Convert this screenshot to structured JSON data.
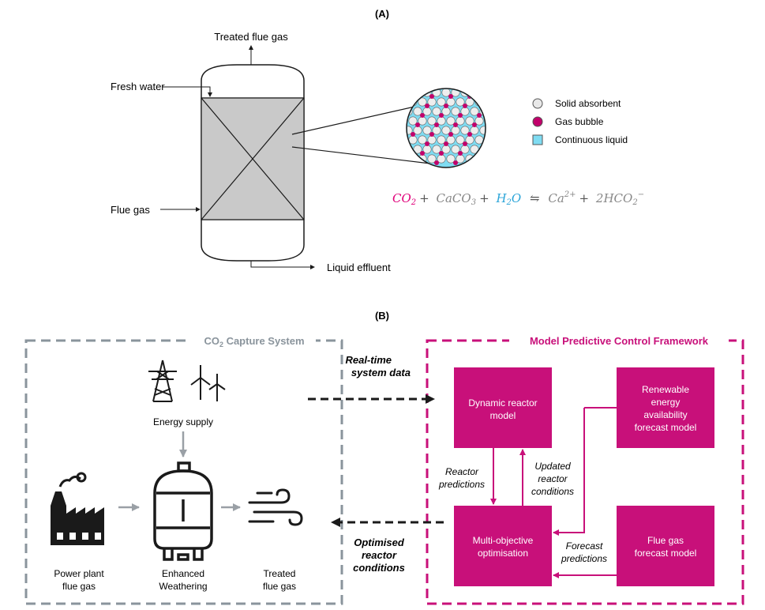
{
  "panel_a": {
    "label": "(A)",
    "inputs": {
      "treated_flue_gas": "Treated flue gas",
      "fresh_water": "Fresh water",
      "flue_gas": "Flue gas",
      "liquid_effluent": "Liquid effluent"
    },
    "legend": [
      {
        "label": "Solid absorbent",
        "color": "#e8e8e8"
      },
      {
        "label": "Gas bubble",
        "color": "#c2006b"
      },
      {
        "label": "Continuous liquid",
        "color": "#7fdcf2"
      }
    ],
    "equation": {
      "co2": "CO",
      "co2_sub": "2",
      "plus1": "+",
      "caco3": "CaCO",
      "caco3_sub": "3",
      "plus2": "+",
      "h2o": "H",
      "h2o_sub": "2",
      "h2o_o": "O",
      "arrow": "⇋",
      "ca": "Ca",
      "ca_sup": "2+",
      "plus3": "+",
      "hco": "2HCO",
      "hco_sub": "2",
      "hco_sup": "−"
    },
    "colors": {
      "co2": "#e0007a",
      "h2o": "#2aa4d8",
      "gray": "#888888",
      "vessel_fill": "#c9c9c9"
    }
  },
  "panel_b": {
    "label": "(B)",
    "capture_system": {
      "title_prefix": "CO",
      "title_sub": "2",
      "title_suffix": " Capture System",
      "energy_supply": "Energy supply",
      "power_plant_1": "Power plant",
      "power_plant_2": "flue gas",
      "enhanced_1": "Enhanced",
      "enhanced_2": "Weathering",
      "treated_1": "Treated",
      "treated_2": "flue gas"
    },
    "mpc": {
      "title": "Model Predictive Control Framework",
      "dynamic_1": "Dynamic reactor",
      "dynamic_2": "model",
      "renewable_1": "Renewable",
      "renewable_2": "energy",
      "renewable_3": "availability",
      "renewable_4": "forecast model",
      "multi_1": "Multi-objective",
      "multi_2": "optimisation",
      "fluegas_1": "Flue gas",
      "fluegas_2": "forecast model",
      "reactor_pred_1": "Reactor",
      "reactor_pred_2": "predictions",
      "updated_1": "Updated",
      "updated_2": "reactor",
      "updated_3": "conditions",
      "forecast_1": "Forecast",
      "forecast_2": "predictions"
    },
    "realtime_1": "Real-time",
    "realtime_2": "system data",
    "optimised_1": "Optimised",
    "optimised_2": "reactor",
    "optimised_3": "conditions",
    "colors": {
      "magenta": "#c8107a",
      "dash_gray": "#8a949c",
      "arrow_gray": "#9aa0a6"
    }
  }
}
